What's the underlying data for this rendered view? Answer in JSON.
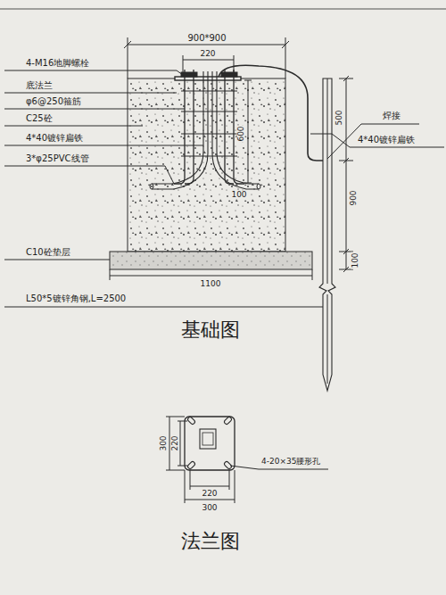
{
  "diagram": {
    "labels": [
      "900*900",
      "4-M16地脚螺栓",
      "220",
      "底法兰",
      "φ6@250箍筋",
      "C25砼",
      "4*40镀锌扁铁",
      "3*φ25PVC线管",
      "600",
      "100",
      "焊接",
      "500",
      "4*40镀锌扁铁",
      "900",
      "C10砼垫层",
      "1100",
      "100",
      "L50*5镀锌角钢,L=2500",
      "基础图",
      "300",
      "220",
      "4-20×35腰形孔",
      "220",
      "300",
      "法兰图"
    ]
  }
}
